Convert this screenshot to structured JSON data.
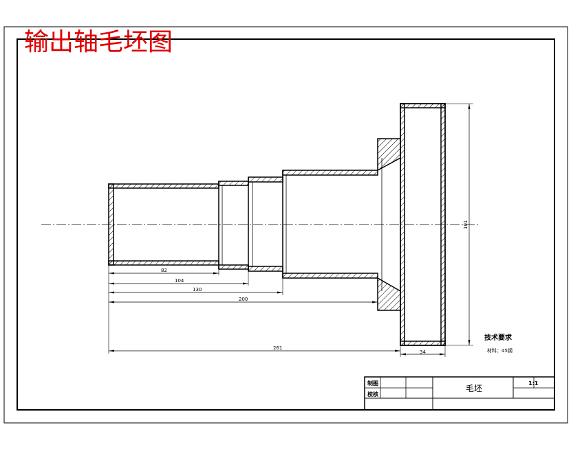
{
  "title": "输出轴毛坯图",
  "dimensions": {
    "d82": "82",
    "d104": "104",
    "d130": "130",
    "d200": "200",
    "d261": "261",
    "d34": "34",
    "d101": "101"
  },
  "notes": {
    "heading": "技术要求",
    "material": "材料：45钢"
  },
  "title_block": {
    "drawn": "制图",
    "checked": "校核",
    "part_name": "毛坯",
    "scale": "1:1"
  }
}
